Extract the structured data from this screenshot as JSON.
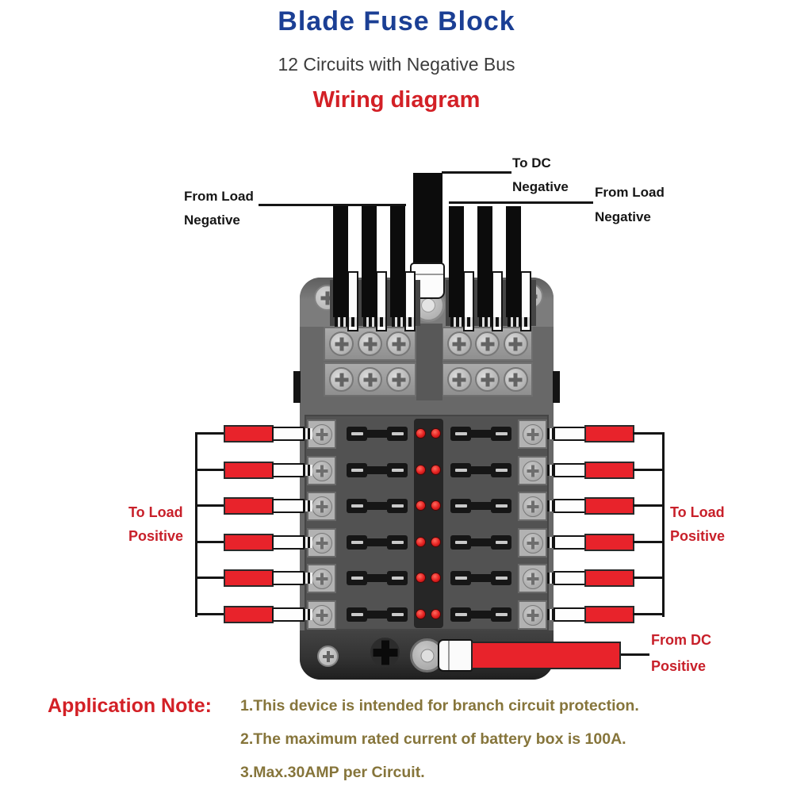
{
  "header": {
    "title": "Blade Fuse Block",
    "subtitle": "12 Circuits with Negative Bus",
    "diagram_heading": "Wiring diagram"
  },
  "wiring_labels": {
    "top_left": [
      "From Load",
      "Negative"
    ],
    "dc_negative": [
      "To DC",
      "Negative"
    ],
    "top_right": [
      "From Load",
      "Negative"
    ],
    "load_positive_left": [
      "To Load",
      "Positive"
    ],
    "load_positive_right": [
      "To Load",
      "Positive"
    ],
    "dc_positive": [
      "From DC",
      "Positive"
    ]
  },
  "application_note": {
    "heading": "Application Note:",
    "notes": [
      "1.This device is intended for branch circuit protection.",
      "2.The maximum rated current of battery box is 100A.",
      "3.Max.30AMP per Circuit."
    ]
  },
  "device": {
    "circuits": 12,
    "fuse_rows": 6,
    "leds_per_row": 2,
    "branch_wires_per_side": 6,
    "top_negative_wires_per_side": 3,
    "bus_screws_per_group": 3,
    "bus_rows": 2
  },
  "colors": {
    "title_blue": "#1b3f94",
    "heading_red": "#d32026",
    "label_red": "#c8202a",
    "note_olive": "#86753b",
    "wire_red": "#e8232b",
    "led_red": "#e31f1f",
    "wire_black": "#0c0c0c"
  }
}
